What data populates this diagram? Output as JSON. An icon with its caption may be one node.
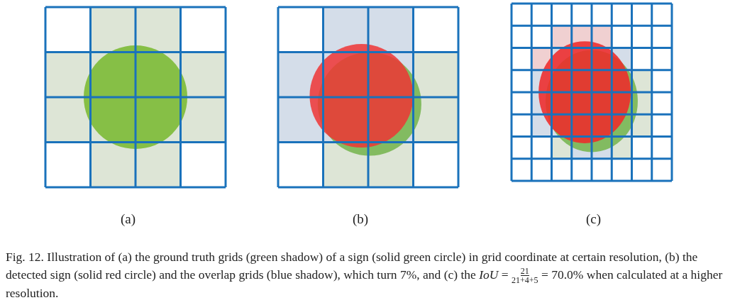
{
  "diagram": {
    "caption": "Fig. 12. Illustration of (a) the ground truth grids (green shadow) of a sign (solid green circle) in grid coordinate at certain resolution, (b) the detected sign (solid red circle) and the overlap grids (blue shadow), which turn 7%, and (c) the *IoU* = $^{21}$$_{21+4+5}$ = 70.0% when calculated at a higher resolution.",
    "labels": [
      "(a)",
      "(b)",
      "(c)"
    ]
  }
}
